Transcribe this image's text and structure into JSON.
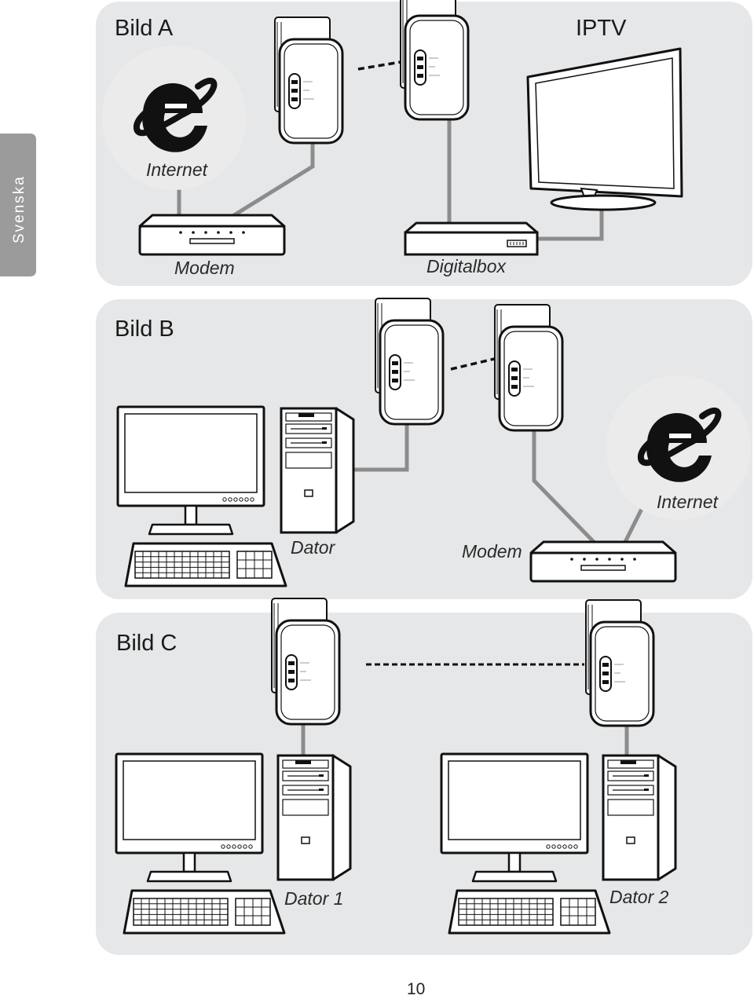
{
  "language_tab": "Svenska",
  "page_number": "10",
  "panels": {
    "a": {
      "title": "Bild A",
      "subtitle": "IPTV",
      "internet_label": "Internet",
      "modem_label": "Modem",
      "digitalbox_label": "Digitalbox"
    },
    "b": {
      "title": "Bild B",
      "internet_label": "Internet",
      "computer_label": "Dator",
      "modem_label": "Modem"
    },
    "c": {
      "title": "Bild C",
      "computer1_label": "Dator 1",
      "computer2_label": "Dator 2"
    }
  },
  "icons": {
    "internet": "internet-explorer-icon",
    "adapter": "powerline-adapter-icon",
    "modem": "modem-icon",
    "tv": "tv-icon",
    "settop": "digitalbox-icon",
    "computer": "desktop-computer-icon"
  },
  "colors": {
    "panel": "#e6e7e8",
    "tab": "#9b9b9b",
    "cable": "#8c8c8c",
    "outline": "#111111"
  }
}
